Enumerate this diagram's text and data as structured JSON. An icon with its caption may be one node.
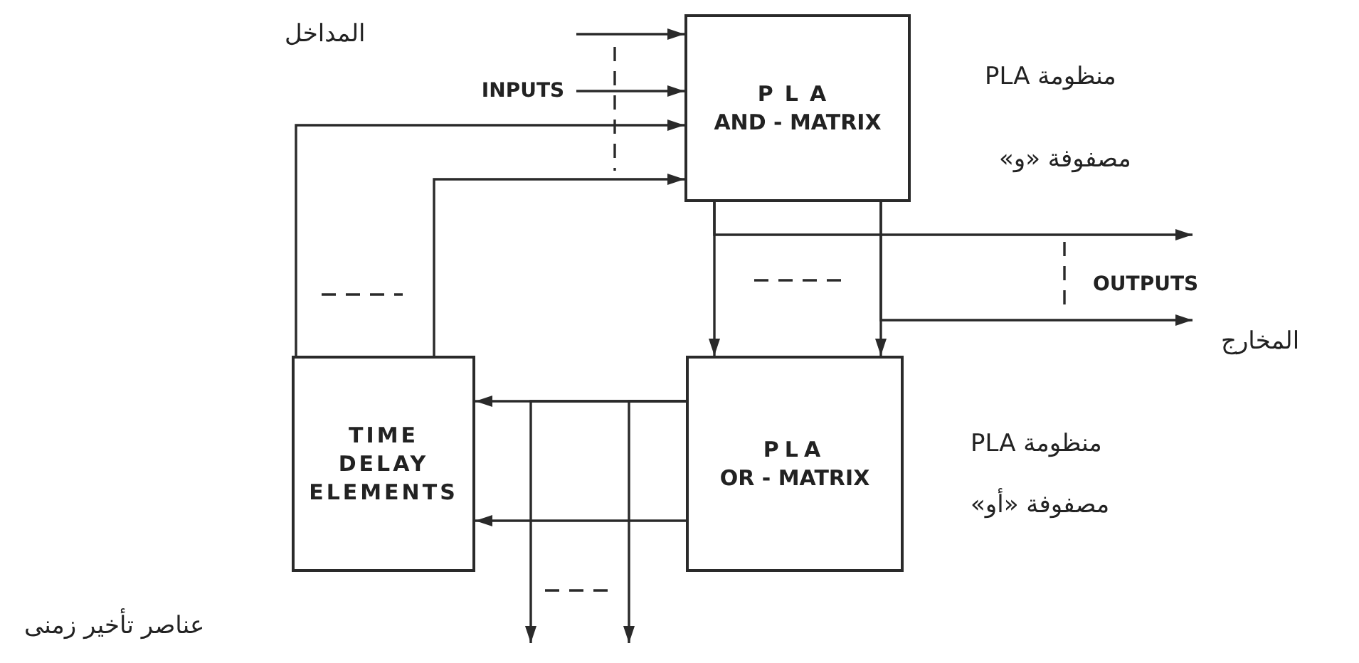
{
  "diagram": {
    "nodes": [
      {
        "text": [
          "PLA",
          "AND - MATRIX"
        ],
        "beside": [
          "منظومة PLA",
          "مصفوفة «و»"
        ]
      },
      {
        "text": [
          "PLA",
          "OR - MATRIX"
        ],
        "beside": [
          "منظومة PLA",
          "مصفوفة «أو»"
        ]
      },
      {
        "text": [
          "TIME DELAY ELEMENTS"
        ],
        "beside": [
          "عناصر تأخير زمنى"
        ]
      },
      {
        "text": [
          "INPUTS"
        ]
      }
    ],
    "edges": [
      {
        "from": null,
        "to": 0,
        "arrow": "to"
      },
      {
        "from": 3,
        "to": 0,
        "arrow": "to"
      },
      {
        "from": 2,
        "to": 0,
        "arrow": "to"
      },
      {
        "from": 2,
        "to": 0,
        "arrow": "to"
      },
      {
        "from": 0,
        "to": 1,
        "arrow": "to"
      },
      {
        "from": 0,
        "to": 1,
        "arrow": "to"
      },
      {
        "from": 0,
        "to": null,
        "arrow": "to"
      },
      {
        "from": 0,
        "to": null,
        "arrow": "to"
      },
      {
        "from": 1,
        "to": 2,
        "arrow": "to"
      },
      {
        "from": 1,
        "to": 2,
        "arrow": "to"
      },
      {
        "from": 1,
        "to": null,
        "arrow": "to"
      },
      {
        "from": 1,
        "to": null,
        "arrow": "to"
      }
    ],
    "labels": [
      "المداخل",
      "OUTPUTS",
      "المخارج"
    ]
  }
}
